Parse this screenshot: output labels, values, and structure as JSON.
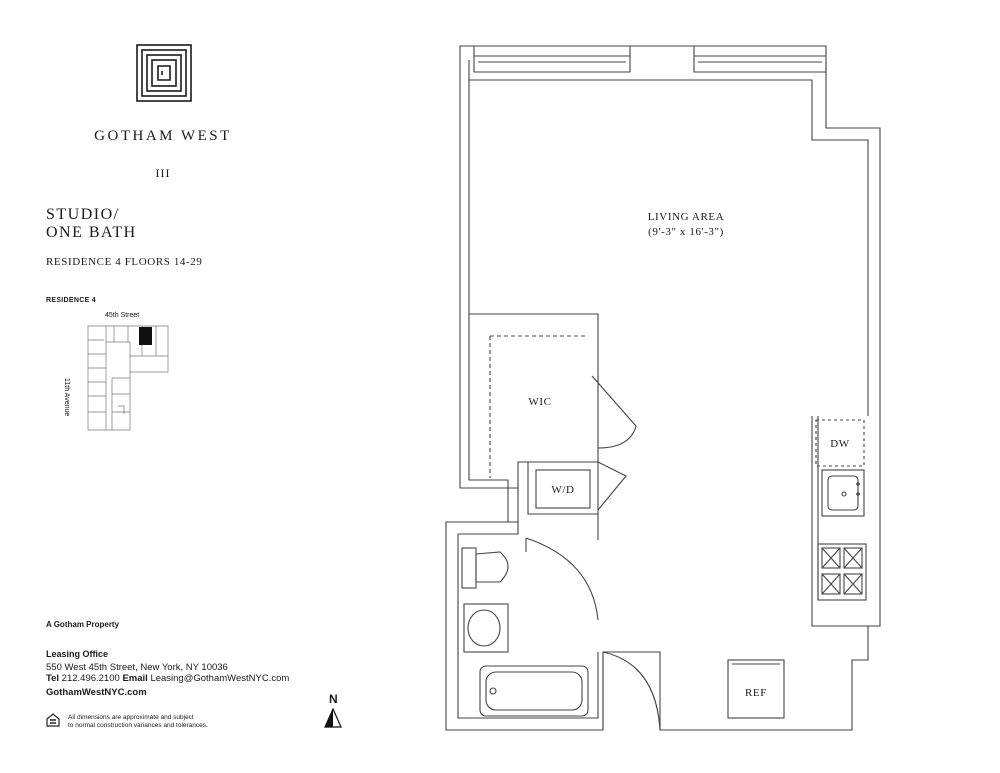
{
  "brand": {
    "name": "GOTHAM WEST",
    "numeral": "III"
  },
  "unit": {
    "type_line1": "STUDIO/",
    "type_line2": "ONE BATH",
    "floors": "RESIDENCE 4 FLOORS 14-29"
  },
  "key_plan": {
    "title": "RESIDENCE 4",
    "street_label": "45th Street",
    "avenue_label": "11th Avenue"
  },
  "footer": {
    "property": "A Gotham Property",
    "leasing_title": "Leasing Office",
    "address": "550 West 45th Street, New York, NY 10036",
    "tel_label": "Tel",
    "tel": "212.496.2100",
    "email_label": "Email",
    "email": "Leasing@GothamWestNYC.com",
    "website": "GothamWestNYC.com",
    "disclaimer_1": "All dimensions are approximate and subject",
    "disclaimer_2": "to normal construction variances and tolerances.",
    "north": "N"
  },
  "floor_plan": {
    "living_area": "LIVING AREA",
    "living_dims": "(9'-3\" x 16'-3\")",
    "wic": "WIC",
    "wd": "W/D",
    "dw": "DW",
    "ref": "REF"
  }
}
